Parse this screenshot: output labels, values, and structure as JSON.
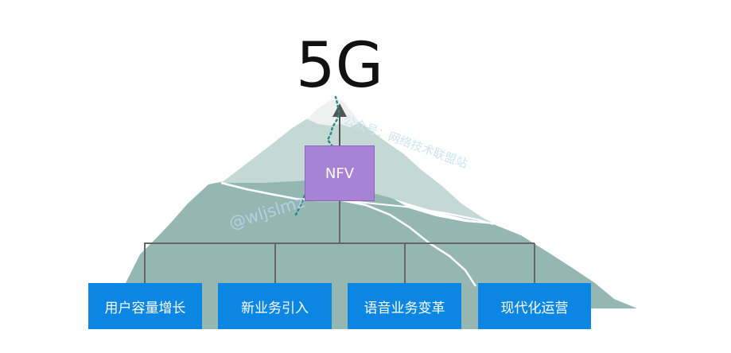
{
  "title": "5G",
  "center_box": {
    "label": "NFV"
  },
  "drivers": [
    {
      "label": "用户容量增长"
    },
    {
      "label": "新业务引入"
    },
    {
      "label": "语音业务变革"
    },
    {
      "label": "现代化运营"
    }
  ],
  "watermarks": {
    "wechat": "公众号：网络技术联盟站",
    "handle": "@wljslmz"
  },
  "colors": {
    "nfv_box": "#a882d4",
    "driver_box": "#0c86e3",
    "mountain_base": "#94b7b2",
    "mountain_mid": "#c4d8d4",
    "mountain_peak": "#eef1f0",
    "connector": "#666666",
    "dotted_path": "#2a8a86"
  }
}
